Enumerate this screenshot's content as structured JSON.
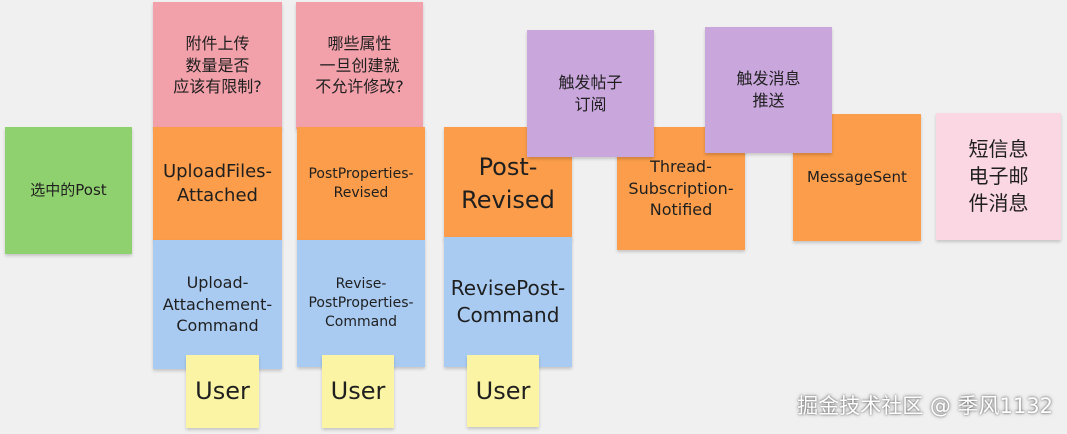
{
  "notes": {
    "selected_post": "选中的Post",
    "question_attachments": "附件上传\n数量是否\n应该有限制?",
    "question_properties": "哪些属性\n一旦创建就\n不允许修改?",
    "event_upload_files_attached": "UploadFiles-\nAttached",
    "event_post_properties_revised": "PostProperties-\nRevised",
    "event_post_revised": "Post-\nRevised",
    "event_thread_subscription_notified": "Thread-\nSubscription-\nNotified",
    "event_message_sent": "MessageSent",
    "command_upload_attachment": "Upload-\nAttachement-\nCommand",
    "command_revise_post_properties": "Revise-\nPostProperties-\nCommand",
    "command_revise_post": "RevisePost-\nCommand",
    "policy_trigger_subscription": "触发帖子\n订阅",
    "policy_trigger_message_push": "触发消息\n推送",
    "external_sms_email": "短信息\n电子邮\n件消息",
    "actor_user_1": "User",
    "actor_user_2": "User",
    "actor_user_3": "User"
  },
  "watermark": "掘金技术社区 @ 季风1132",
  "colors": {
    "read_model": "#8fd16e",
    "event": "#fb9d4a",
    "command": "#a9cbf2",
    "question": "#f2a0aa",
    "policy": "#c9a6dc",
    "actor": "#fbf4a4",
    "external": "#fbd6e3",
    "background": "#f0f0f0"
  }
}
